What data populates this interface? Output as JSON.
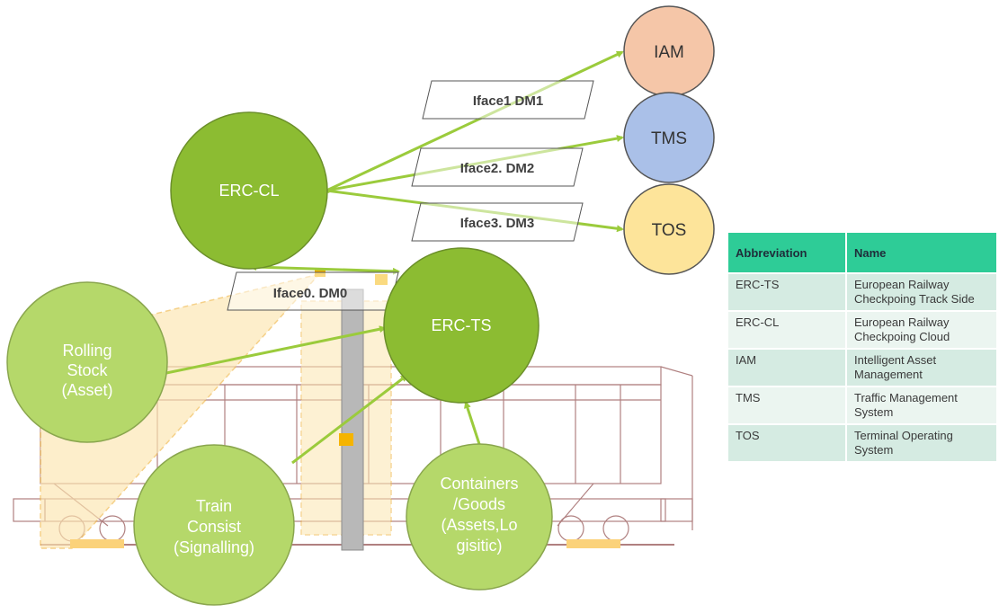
{
  "nodes": {
    "erc_cl": "ERC-CL",
    "erc_ts": "ERC-TS",
    "rolling_stock": [
      "Rolling",
      "Stock",
      "(Asset)"
    ],
    "train_consist": [
      "Train",
      "Consist",
      "(Signalling)"
    ],
    "containers": [
      "Containers",
      "/Goods",
      "(Assets,Lo",
      "gisitic)"
    ],
    "iam": "IAM",
    "tms": "TMS",
    "tos": "TOS"
  },
  "interfaces": {
    "iface0": "Iface0. DM0",
    "iface1": "Iface1   DM1",
    "iface2": "Iface2. DM2",
    "iface3": "Iface3. DM3"
  },
  "colors": {
    "node_dark_green": "#8cbc32",
    "node_light_green": "#b5d86a",
    "arrow_green": "#9bcb3c",
    "iam_fill": "#f5c6a8",
    "tms_fill": "#aac0e8",
    "tos_fill": "#fde49a",
    "header_fill": "#2ecc97"
  },
  "table": {
    "headers": [
      "Abbreviation",
      "Name"
    ],
    "rows": [
      [
        "ERC-TS",
        "European Railway Checkpoing Track Side"
      ],
      [
        "ERC-CL",
        "European Railway Checkpoing Cloud"
      ],
      [
        "IAM",
        "Intelligent Asset Management"
      ],
      [
        "TMS",
        "Traffic Management System"
      ],
      [
        "TOS",
        "Terminal Operating System"
      ]
    ]
  }
}
